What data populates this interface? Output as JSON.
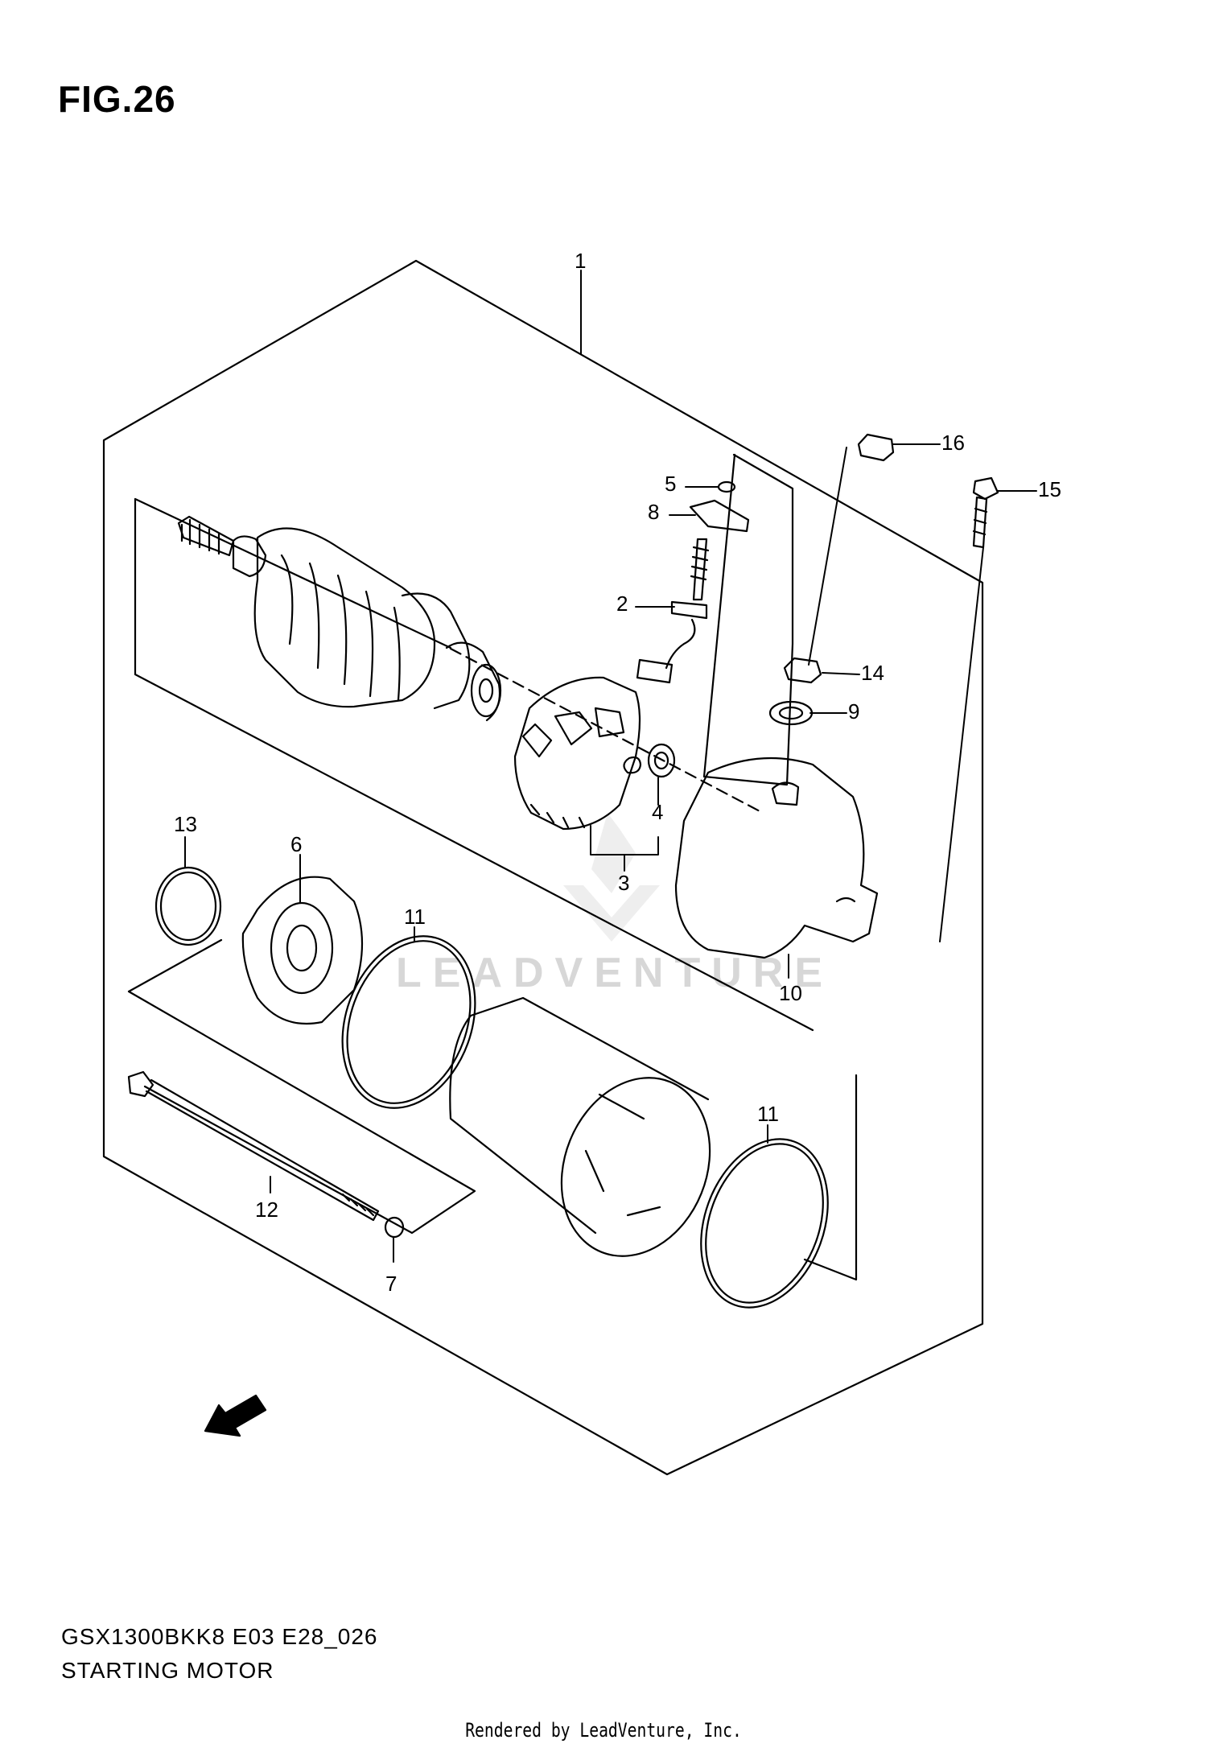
{
  "figure": {
    "title": "FIG.26",
    "model_code": "GSX1300BKK8 E03 E28_026",
    "section_name": "STARTING MOTOR",
    "rendered_by": "Rendered by LeadVenture, Inc.",
    "watermark": "LEADVENTURE",
    "fwd_label": "FWD"
  },
  "callouts": {
    "c1": "1",
    "c2": "2",
    "c3": "3",
    "c4": "4",
    "c5": "5",
    "c6": "6",
    "c7": "7",
    "c8": "8",
    "c9": "9",
    "c10": "10",
    "c11a": "11",
    "c11b": "11",
    "c12": "12",
    "c13": "13",
    "c14": "14",
    "c15": "15",
    "c16": "16"
  },
  "icons": {
    "fwd_arrow": "fwd-arrow-icon",
    "watermark_logo": "leadventure-logo-icon"
  }
}
